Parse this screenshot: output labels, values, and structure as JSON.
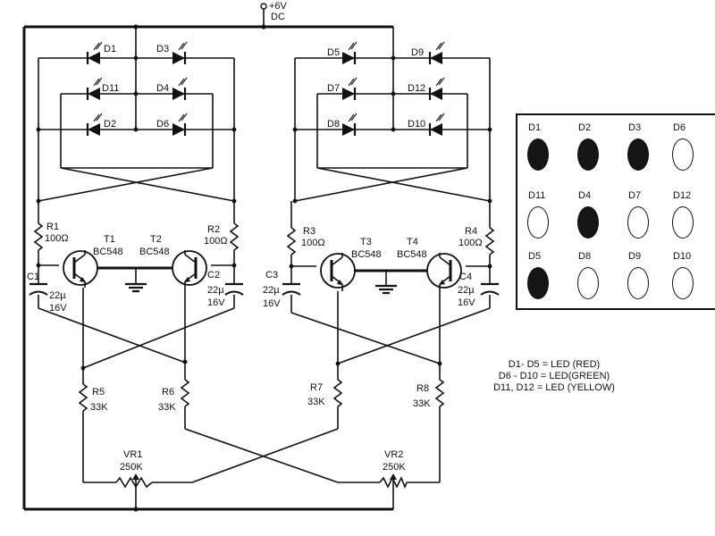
{
  "supply": {
    "label": "+6V",
    "sublabel": "DC"
  },
  "diodes": {
    "d1": "D1",
    "d2": "D2",
    "d3": "D3",
    "d4": "D4",
    "d5": "D5",
    "d6": "D6",
    "d7": "D7",
    "d8": "D8",
    "d9": "D9",
    "d10": "D10",
    "d11": "D11",
    "d12": "D12"
  },
  "resistors": {
    "r1": {
      "name": "R1",
      "value": "100Ω"
    },
    "r2": {
      "name": "R2",
      "value": "100Ω"
    },
    "r3": {
      "name": "R3",
      "value": "100Ω"
    },
    "r4": {
      "name": "R4",
      "value": "100Ω"
    },
    "r5": {
      "name": "R5",
      "value": "33K"
    },
    "r6": {
      "name": "R6",
      "value": "33K"
    },
    "r7": {
      "name": "R7",
      "value": "33K"
    },
    "r8": {
      "name": "R8",
      "value": "33K"
    }
  },
  "capacitors": {
    "c1": {
      "name": "C1",
      "value": "22µ",
      "voltage": "16V"
    },
    "c2": {
      "name": "C2",
      "value": "22µ",
      "voltage": "16V"
    },
    "c3": {
      "name": "C3",
      "value": "22µ",
      "voltage": "16V"
    },
    "c4": {
      "name": "C4",
      "value": "22µ",
      "voltage": "16V"
    }
  },
  "transistors": {
    "t1": {
      "name": "T1",
      "type": "BC548"
    },
    "t2": {
      "name": "T2",
      "type": "BC548"
    },
    "t3": {
      "name": "T3",
      "type": "BC548"
    },
    "t4": {
      "name": "T4",
      "type": "BC548"
    }
  },
  "pots": {
    "vr1": {
      "name": "VR1",
      "value": "250K"
    },
    "vr2": {
      "name": "VR2",
      "value": "250K"
    }
  },
  "legend": [
    {
      "label": "D1",
      "state": "red"
    },
    {
      "label": "D2",
      "state": "red"
    },
    {
      "label": "D3",
      "state": "red"
    },
    {
      "label": "D6",
      "state": "green"
    },
    {
      "label": "D11",
      "state": "yellow"
    },
    {
      "label": "D4",
      "state": "red"
    },
    {
      "label": "D7",
      "state": "green"
    },
    {
      "label": "D12",
      "state": "yellow"
    },
    {
      "label": "D5",
      "state": "red"
    },
    {
      "label": "D8",
      "state": "dotted"
    },
    {
      "label": "D9",
      "state": "green"
    },
    {
      "label": "D10",
      "state": "dotted"
    }
  ],
  "key": {
    "line1": "D1- D5 = LED (RED)",
    "line2": "D6 - D10 = LED(GREEN)",
    "line3": "D11, D12 = LED (YELLOW)"
  }
}
